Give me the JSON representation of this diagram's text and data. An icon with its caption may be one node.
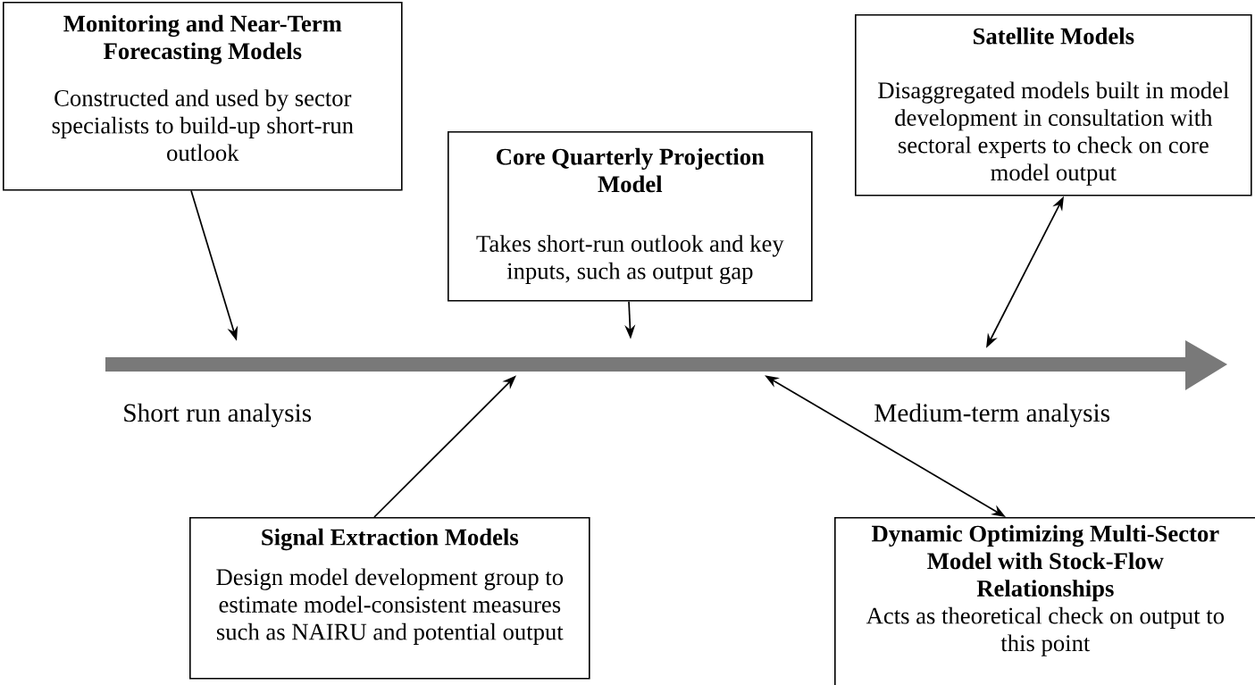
{
  "diagram": {
    "nodes": [
      {
        "text": [
          "Monitoring and Near-Term Forecasting Models",
          "Constructed and used by sector specialists to build-up short-run outlook"
        ]
      },
      {
        "text": [
          "Core Quarterly Projection Model",
          "Takes short-run outlook and key inputs, such as output gap"
        ]
      },
      {
        "text": [
          "Satellite Models",
          "Disaggregated models built in model development in consultation with sectoral experts to check on core model output"
        ]
      },
      {
        "text": [
          "Signal Extraction Models",
          "Design model development group to estimate model-consistent measures such as NAIRU and potential output"
        ]
      },
      {
        "text": [
          "Dynamic Optimizing Multi-Sector Model with Stock-Flow Relationships",
          "Acts as theoretical check on output to this point"
        ]
      },
      {
        "text": [],
        "shape": "arrow"
      }
    ],
    "edges": [
      {
        "from": 0,
        "to": 5,
        "arrow": "to"
      },
      {
        "from": 1,
        "to": 5,
        "arrow": "to"
      },
      {
        "from": 2,
        "to": 5,
        "arrow": "both"
      },
      {
        "from": 3,
        "to": 5,
        "arrow": "to"
      },
      {
        "from": 4,
        "to": 5,
        "arrow": "both"
      }
    ],
    "labels": [
      "Short run analysis",
      "Medium-term analysis"
    ]
  }
}
